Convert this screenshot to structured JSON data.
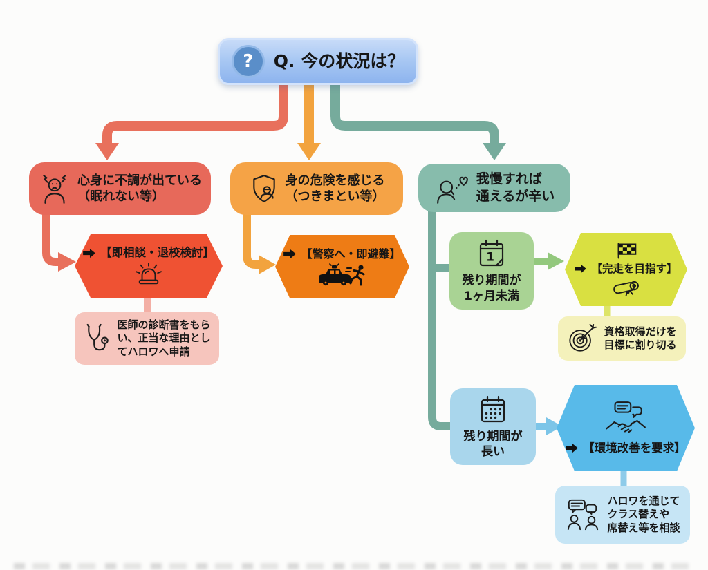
{
  "flow": {
    "root": {
      "label": "Q. 今の状況は？",
      "icon": "question-mark",
      "icon_glyph": "?"
    },
    "health": {
      "condition": "心身に不調が出ている\n（眠れない等）",
      "condition_icon": "stressed-person",
      "action": "【即相談・退校検討】",
      "action_prefix_icon": "right-arrow",
      "action_icon": "emergency-siren",
      "note": "医師の診断書をもら\nい、正当な理由とし\nてハロワへ申請",
      "note_icon": "stethoscope"
    },
    "danger": {
      "condition": "身の危険を感じる\n（つきまとい等）",
      "condition_icon": "shield-with-person",
      "action": "【警察へ・即避難】",
      "action_prefix_icon": "right-arrow",
      "action_icons": "police-car, running-person"
    },
    "endure": {
      "condition": "我慢すれば\n通えるが辛い",
      "condition_icon": "person-with-heart-thought",
      "short_term": {
        "condition": "残り期間が\n1ヶ月未満",
        "condition_icon": "calendar-with-1",
        "calendar_number": "1",
        "action": "【完走を目指す】",
        "action_prefix_icon": "right-arrow",
        "action_icons": "checkered-flag, diploma",
        "note": "資格取得だけを\n目標に割り切る",
        "note_icon": "target-with-arrow"
      },
      "long_term": {
        "condition": "残り期間が\n長い",
        "condition_icon": "calendar-grid",
        "action": "【環境改善を要求】",
        "action_prefix_icon": "right-arrow",
        "action_icon": "handshake-with-chat",
        "note": "ハロワを通じて\nクラス替えや\n席替え等を相談",
        "note_icon": "people-discussion"
      }
    }
  },
  "colors": {
    "background": "#fcfcfb",
    "root_fill": "#a9c8f3",
    "root_icon_circle": "#5a8ec9",
    "health_branch": "#e8705c",
    "health_condition": "#e7695a",
    "health_action": "#ef5233",
    "health_note": "#f6c5bd",
    "danger_branch": "#f2a33e",
    "danger_condition": "#f5a346",
    "danger_action": "#ee7c15",
    "endure_branch": "#76ab9c",
    "endure_condition": "#87bcac",
    "short_condition": "#a9d394",
    "short_action": "#d9e041",
    "short_note": "#f4f1bb",
    "long_condition": "#a9d6ec",
    "long_action": "#58bae9",
    "long_note": "#c6e5f5"
  }
}
